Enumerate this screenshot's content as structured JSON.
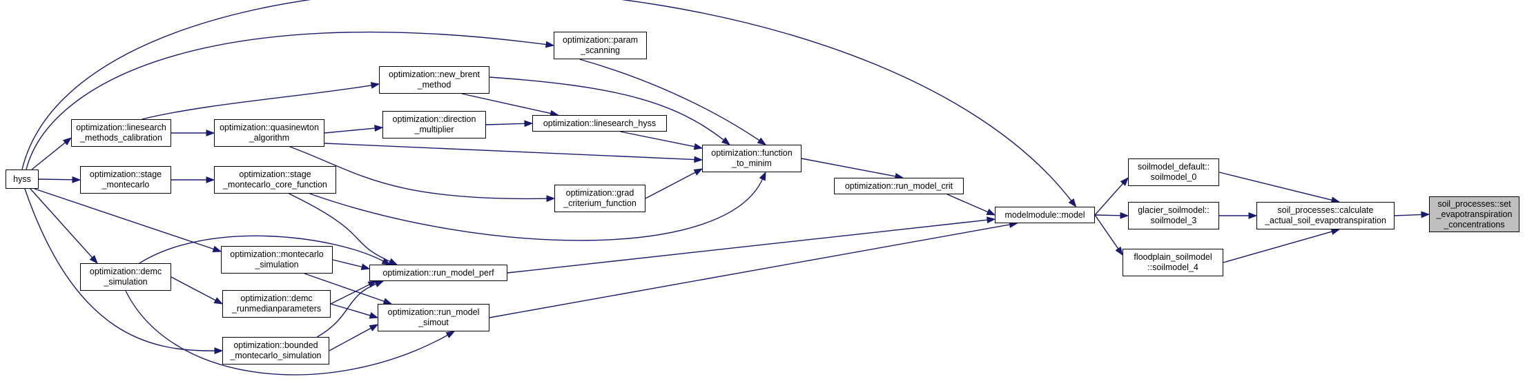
{
  "title": "",
  "nodes": [
    {
      "id": "hyss",
      "label": "hyss"
    },
    {
      "id": "ls_cal",
      "label": "optimization::linesearch\n_methods_calibration"
    },
    {
      "id": "stage_mc",
      "label": "optimization::stage\n_montecarlo"
    },
    {
      "id": "demc",
      "label": "optimization::demc\n_simulation"
    },
    {
      "id": "quasi",
      "label": "optimization::quasinewton\n_algorithm"
    },
    {
      "id": "stage_core",
      "label": "optimization::stage\n_montecarlo_core_function"
    },
    {
      "id": "mc_sim",
      "label": "optimization::montecarlo\n_simulation"
    },
    {
      "id": "demc_run",
      "label": "optimization::demc\n_runmedianparameters"
    },
    {
      "id": "bounded",
      "label": "optimization::bounded\n_montecarlo_simulation"
    },
    {
      "id": "new_brent",
      "label": "optimization::new_brent\n_method"
    },
    {
      "id": "dir_mult",
      "label": "optimization::direction\n_multiplier"
    },
    {
      "id": "param_scan",
      "label": "optimization::param\n_scanning"
    },
    {
      "id": "ls_hyss",
      "label": "optimization::linesearch_hyss"
    },
    {
      "id": "grad",
      "label": "optimization::grad\n_criterium_function"
    },
    {
      "id": "run_perf",
      "label": "optimization::run_model_perf"
    },
    {
      "id": "run_simout",
      "label": "optimization::run_model\n_simout"
    },
    {
      "id": "func_min",
      "label": "optimization::function\n_to_minim"
    },
    {
      "id": "run_crit",
      "label": "optimization::run_model_crit"
    },
    {
      "id": "model",
      "label": "modelmodule::model"
    },
    {
      "id": "sm0",
      "label": "soilmodel_default::\nsoilmodel_0"
    },
    {
      "id": "sm3",
      "label": "glacier_soilmodel::\nsoilmodel_3"
    },
    {
      "id": "sm4",
      "label": "floodplain_soilmodel\n::soilmodel_4"
    },
    {
      "id": "calc",
      "label": "soil_processes::calculate\n_actual_soil_evapotranspiration"
    },
    {
      "id": "target",
      "label": "soil_processes::set\n_evapotranspiration\n_concentrations"
    }
  ],
  "edges": [
    [
      "hyss",
      "param_scan"
    ],
    [
      "hyss",
      "ls_cal"
    ],
    [
      "hyss",
      "stage_mc"
    ],
    [
      "hyss",
      "demc"
    ],
    [
      "hyss",
      "mc_sim"
    ],
    [
      "hyss",
      "bounded"
    ],
    [
      "hyss",
      "model"
    ],
    [
      "ls_cal",
      "new_brent"
    ],
    [
      "ls_cal",
      "quasi"
    ],
    [
      "stage_mc",
      "stage_core"
    ],
    [
      "demc",
      "demc_run"
    ],
    [
      "demc",
      "run_perf"
    ],
    [
      "demc",
      "run_simout"
    ],
    [
      "quasi",
      "dir_mult"
    ],
    [
      "quasi",
      "func_min"
    ],
    [
      "quasi",
      "grad"
    ],
    [
      "stage_core",
      "run_perf"
    ],
    [
      "stage_core",
      "func_min"
    ],
    [
      "mc_sim",
      "run_perf"
    ],
    [
      "mc_sim",
      "run_simout"
    ],
    [
      "demc_run",
      "run_perf"
    ],
    [
      "demc_run",
      "run_simout"
    ],
    [
      "bounded",
      "run_perf"
    ],
    [
      "bounded",
      "run_simout"
    ],
    [
      "new_brent",
      "ls_hyss"
    ],
    [
      "new_brent",
      "func_min"
    ],
    [
      "dir_mult",
      "ls_hyss"
    ],
    [
      "param_scan",
      "func_min"
    ],
    [
      "ls_hyss",
      "func_min"
    ],
    [
      "grad",
      "func_min"
    ],
    [
      "func_min",
      "run_crit"
    ],
    [
      "run_crit",
      "model"
    ],
    [
      "run_perf",
      "model"
    ],
    [
      "run_simout",
      "model"
    ],
    [
      "model",
      "sm0"
    ],
    [
      "model",
      "sm3"
    ],
    [
      "model",
      "sm4"
    ],
    [
      "sm0",
      "calc"
    ],
    [
      "sm3",
      "calc"
    ],
    [
      "sm4",
      "calc"
    ],
    [
      "calc",
      "target"
    ]
  ],
  "colors": {
    "edge": "#191970",
    "node_border": "#000000",
    "node_fill": "#ffffff",
    "current_fill": "#bfbfbf"
  }
}
